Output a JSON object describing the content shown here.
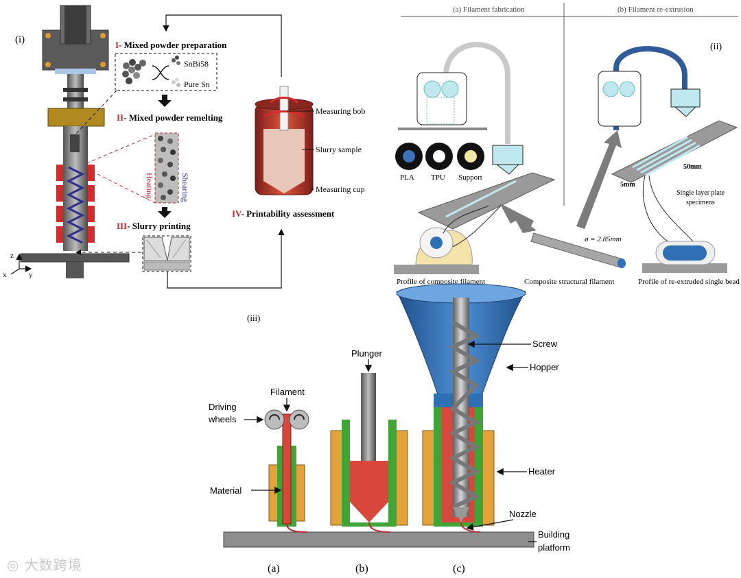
{
  "panel_i": {
    "label": "(i)",
    "step1_num": "I",
    "step1_text": "- Mixed powder preparation",
    "powder_a": "SnBi58",
    "powder_b": "Pure Sn",
    "step2_num": "II",
    "step2_text": "- Mixed powder remelting",
    "heating": "Heating",
    "shearing": "Shearing",
    "step3_num": "III",
    "step3_text": "- Slurry printing",
    "step4_num": "IV",
    "step4_text": "- Printability assessment",
    "bob": "Measuring bob",
    "sample": "Slurry sample",
    "cup": "Measuring cup",
    "axis_z": "z",
    "axis_x": "x",
    "axis_y": "y"
  },
  "panel_ii": {
    "label": "(ii)",
    "header_a": "(a) Filament fabrication",
    "header_b": "(b) Filament re-extrusion",
    "spool1": "PLA",
    "spool2": "TPU",
    "spool3": "Support",
    "profile_composite": "Profile of composite filament",
    "structural_filament": "Composite structural filament",
    "diameter": "ø = 2.85mm",
    "dim_50": "50mm",
    "dim_5": "5mm",
    "specimen_line1": "Single layer plate",
    "specimen_line2": "specimens",
    "profile_bead": "Profile of re-extruded single bead"
  },
  "panel_iii": {
    "label": "(iii)",
    "filament": "Filament",
    "wheels_line1": "Driving",
    "wheels_line2": "wheels",
    "material": "Material",
    "plunger": "Plunger",
    "screw": "Screw",
    "hopper": "Hopper",
    "heater": "Heater",
    "nozzle": "Nozzle",
    "platform_line1": "Building",
    "platform_line2": "platform",
    "sub_a": "(a)",
    "sub_b": "(b)",
    "sub_c": "(c)"
  },
  "watermark": "大数跨境",
  "colors": {
    "red_accent": "#c0282d",
    "heater_orange": "#e3a33c",
    "heater_green": "#3fa535",
    "material_red": "#d9463c",
    "hopper_blue": "#2f6fb3",
    "platform_gray": "#8e8e8e"
  }
}
